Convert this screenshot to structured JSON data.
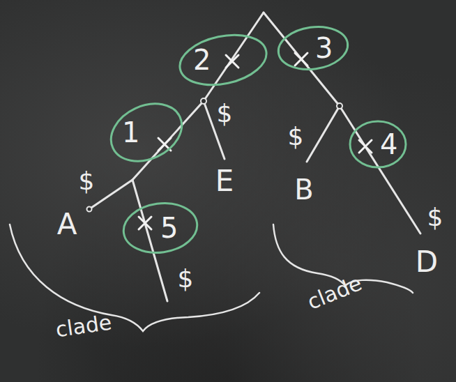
{
  "diagram": {
    "nodes": [
      {
        "text": [
          "2"
        ]
      },
      {
        "text": [
          "3"
        ]
      },
      {
        "text": [
          "1"
        ]
      },
      {
        "text": [
          "4"
        ]
      },
      {
        "text": [
          "5"
        ]
      }
    ],
    "labels": [
      "$",
      "$",
      "$",
      "A",
      "E",
      "B",
      "$",
      "D",
      "$",
      "clade",
      "clade"
    ]
  }
}
